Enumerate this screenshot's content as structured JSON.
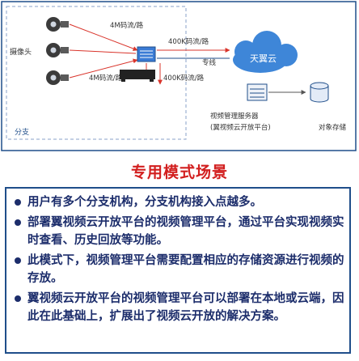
{
  "diagram": {
    "camera_label": "摄像头",
    "branch_label": "分支",
    "streams": {
      "top": "4M码流/路",
      "bottom": "4M码流/路",
      "uplink_up": "400K码流/路",
      "uplink_down": "400K码流/路"
    },
    "dedicated_line": "专线",
    "cloud_label": "天翼云",
    "server_label": "视频管理服务器",
    "server_sub": "(翼视频云开放平台)",
    "storage_label": "对象存储"
  },
  "section_title": "专用模式场景",
  "bullets": [
    "用户有多个分支机构，分支机构接入点越多。",
    "部署翼视频云开放平台的视频管理平台，通过平台实现视频实时查看、历史回放等功能。",
    "此模式下，视频管理平台需要配置相应的存储资源进行视频的存放。",
    "翼视频云开放平台的视频管理平台可以部署在本地或云端，因此在此基础上，扩展出了视频云开放的解决方案。"
  ],
  "colors": {
    "accent": "#1f4e8a",
    "title_red": "#d21f1f",
    "arrow_red": "#d9342b",
    "cloud": "#3e86d8"
  }
}
